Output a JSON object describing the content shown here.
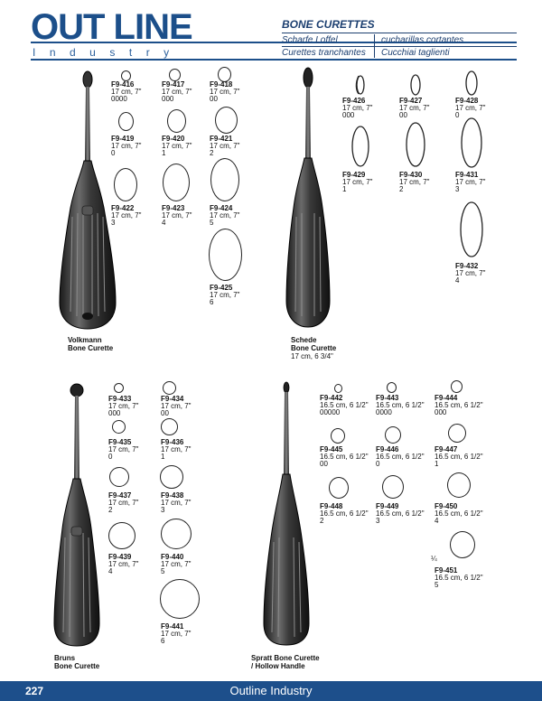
{
  "header": {
    "brand": "OUT LINE",
    "brand_sub": "Industry",
    "title": "BONE CURETTES",
    "translations": [
      {
        "left": "Scharfe Loffel",
        "right": "cucharillas cortantes"
      },
      {
        "left": "Curettes tranchantes",
        "right": "Cucchiai taglienti"
      }
    ]
  },
  "sections": {
    "volkmann": {
      "name1": "Volkmann",
      "name2": "Bone Curette",
      "items": [
        {
          "code": "F9-416",
          "len": "17 cm, 7\"",
          "size": "0000"
        },
        {
          "code": "F9-417",
          "len": "17 cm, 7\"",
          "size": "000"
        },
        {
          "code": "F9-418",
          "len": "17 cm, 7\"",
          "size": "00"
        },
        {
          "code": "F9-419",
          "len": "17 cm, 7\"",
          "size": "0"
        },
        {
          "code": "F9-420",
          "len": "17 cm, 7\"",
          "size": "1"
        },
        {
          "code": "F9-421",
          "len": "17 cm, 7\"",
          "size": "2"
        },
        {
          "code": "F9-422",
          "len": "17 cm, 7\"",
          "size": "3"
        },
        {
          "code": "F9-423",
          "len": "17 cm, 7\"",
          "size": "4"
        },
        {
          "code": "F9-424",
          "len": "17 cm, 7\"",
          "size": "5"
        },
        {
          "code": "F9-425",
          "len": "17 cm, 7\"",
          "size": "6"
        }
      ]
    },
    "schede": {
      "name1": "Schede",
      "name2": "Bone Curette",
      "name3": "17 cm, 6 3/4\"",
      "items": [
        {
          "code": "F9-426",
          "len": "17 cm, 7\"",
          "size": "000"
        },
        {
          "code": "F9-427",
          "len": "17 cm, 7\"",
          "size": "00"
        },
        {
          "code": "F9-428",
          "len": "17 cm, 7\"",
          "size": "0"
        },
        {
          "code": "F9-429",
          "len": "17 cm, 7\"",
          "size": "1"
        },
        {
          "code": "F9-430",
          "len": "17 cm, 7\"",
          "size": "2"
        },
        {
          "code": "F9-431",
          "len": "17 cm, 7\"",
          "size": "3"
        },
        {
          "code": "F9-432",
          "len": "17 cm, 7\"",
          "size": "4"
        }
      ]
    },
    "bruns": {
      "name1": "Bruns",
      "name2": "Bone Curette",
      "items": [
        {
          "code": "F9-433",
          "len": "17 cm, 7\"",
          "size": "000"
        },
        {
          "code": "F9-434",
          "len": "17 cm, 7\"",
          "size": "00"
        },
        {
          "code": "F9-435",
          "len": "17 cm, 7\"",
          "size": "0"
        },
        {
          "code": "F9-436",
          "len": "17 cm, 7\"",
          "size": "1"
        },
        {
          "code": "F9-437",
          "len": "17 cm, 7\"",
          "size": "2"
        },
        {
          "code": "F9-438",
          "len": "17 cm, 7\"",
          "size": "3"
        },
        {
          "code": "F9-439",
          "len": "17 cm, 7\"",
          "size": "4"
        },
        {
          "code": "F9-440",
          "len": "17 cm, 7\"",
          "size": "5"
        },
        {
          "code": "F9-441",
          "len": "17 cm, 7\"",
          "size": "6"
        }
      ]
    },
    "spratt": {
      "name1": "Spratt Bone Curette",
      "name2": "/ Hollow Handle",
      "mark": "¼",
      "items": [
        {
          "code": "F9-442",
          "len": "16.5 cm, 6 1/2\"",
          "size": "00000"
        },
        {
          "code": "F9-443",
          "len": "16.5 cm, 6 1/2\"",
          "size": "0000"
        },
        {
          "code": "F9-444",
          "len": "16.5 cm, 6 1/2\"",
          "size": "000"
        },
        {
          "code": "F9-445",
          "len": "16.5 cm, 6 1/2\"",
          "size": "00"
        },
        {
          "code": "F9-446",
          "len": "16.5 cm, 6 1/2\"",
          "size": "0"
        },
        {
          "code": "F9-447",
          "len": "16.5 cm, 6 1/2\"",
          "size": "1"
        },
        {
          "code": "F9-448",
          "len": "16.5 cm, 6 1/2\"",
          "size": "2"
        },
        {
          "code": "F9-449",
          "len": "16.5 cm, 6 1/2\"",
          "size": "3"
        },
        {
          "code": "F9-450",
          "len": "16.5 cm, 6 1/2\"",
          "size": "4"
        },
        {
          "code": "F9-451",
          "len": "16.5 cm, 6 1/2\"",
          "size": "5"
        }
      ]
    }
  },
  "footer": {
    "page": "227",
    "text": "Outline Industry"
  },
  "colors": {
    "brand": "#1c4f8a",
    "footer_bg": "#1d4f8b",
    "instrument": "#2a2a2a"
  }
}
